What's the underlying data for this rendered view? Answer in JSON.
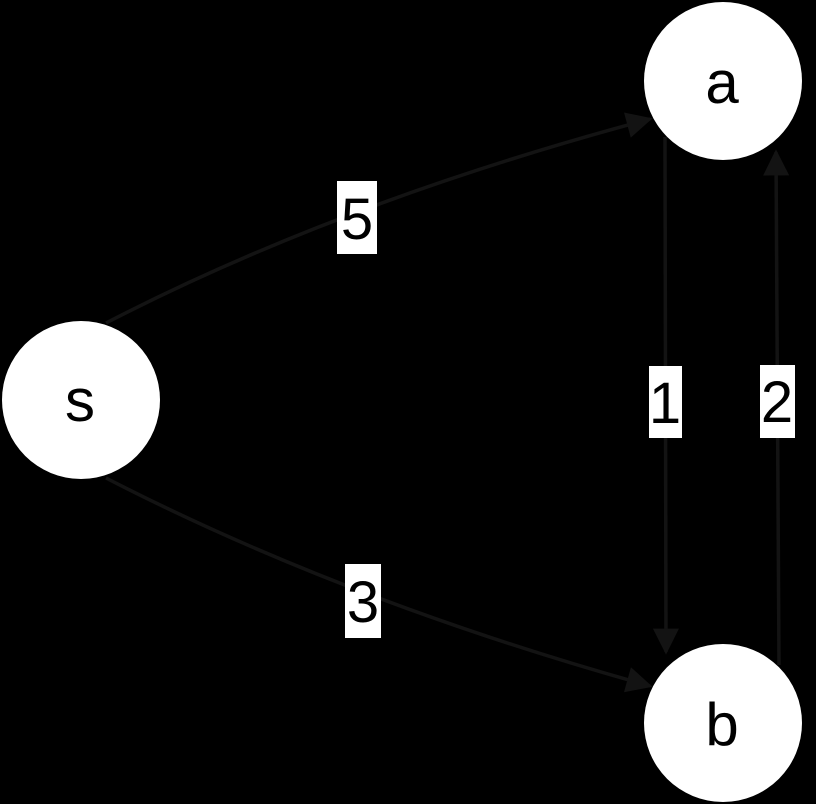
{
  "diagram": {
    "type": "directed-graph",
    "description": "Weighted directed graph with source node s and nodes a, b",
    "colors": {
      "background": "#000000",
      "node_fill": "#ffffff",
      "node_text": "#000000",
      "edge": "#131313",
      "label_bg": "#ffffff",
      "label_text": "#000000"
    },
    "nodes": [
      {
        "id": "s",
        "label": "s"
      },
      {
        "id": "a",
        "label": "a"
      },
      {
        "id": "b",
        "label": "b"
      }
    ],
    "edges": [
      {
        "from": "s",
        "to": "a",
        "weight": "5"
      },
      {
        "from": "s",
        "to": "b",
        "weight": "3"
      },
      {
        "from": "a",
        "to": "b",
        "weight": "1"
      },
      {
        "from": "b",
        "to": "a",
        "weight": "2"
      }
    ]
  }
}
